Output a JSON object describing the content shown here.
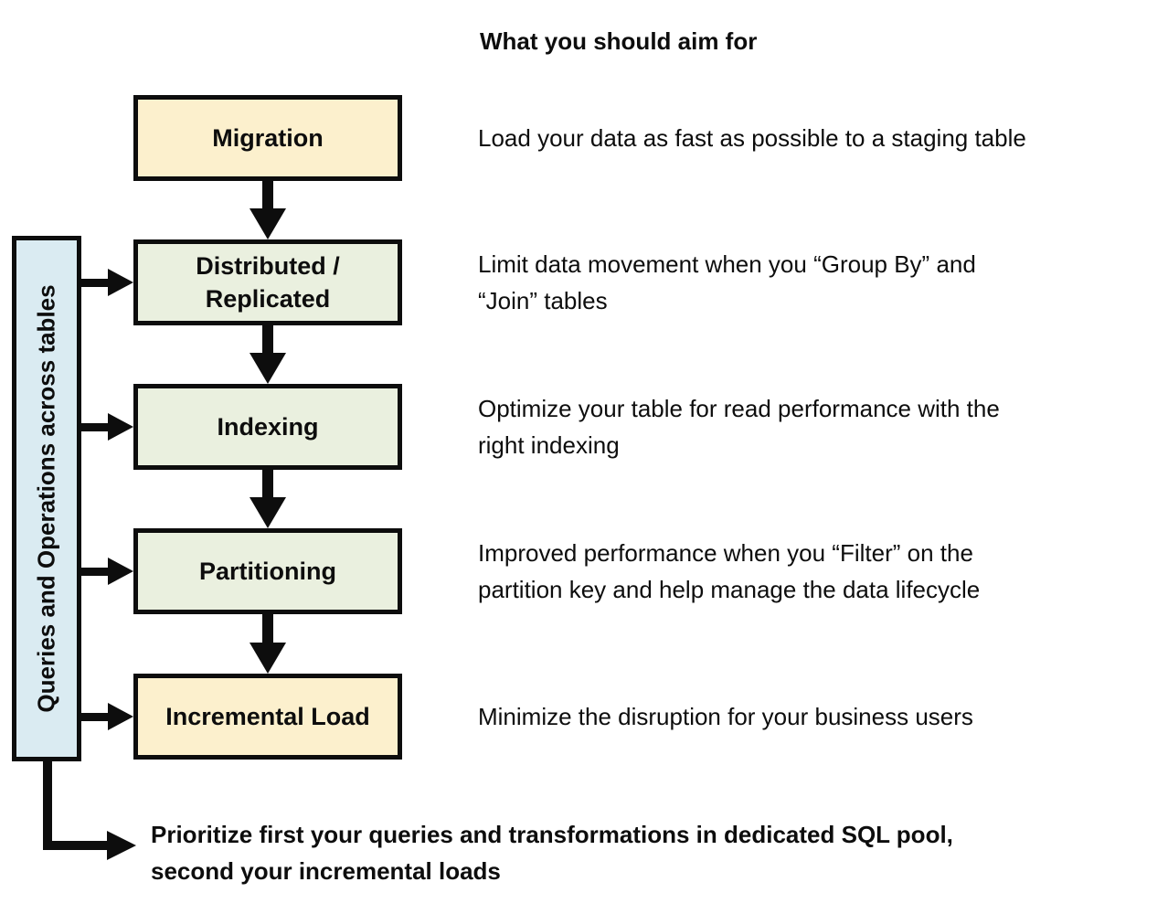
{
  "title": "What you should aim for",
  "sidebar": {
    "label": "Queries and Operations across tables"
  },
  "flow": {
    "boxes": [
      {
        "label": "Migration",
        "color": "#fcf0cd"
      },
      {
        "label": "Distributed / Replicated",
        "color": "#eaf0df"
      },
      {
        "label": "Indexing",
        "color": "#eaf0df"
      },
      {
        "label": "Partitioning",
        "color": "#eaf0df"
      },
      {
        "label": "Incremental Load",
        "color": "#fcf0cd"
      }
    ]
  },
  "descriptions": [
    {
      "lines": [
        "Load your data as fast as possible to a staging table",
        ""
      ]
    },
    {
      "lines": [
        "Limit data movement when you “Group By” and",
        "“Join” tables"
      ]
    },
    {
      "lines": [
        "Optimize your table for read performance with the",
        "right indexing"
      ]
    },
    {
      "lines": [
        "Improved performance when you “Filter” on the",
        "partition key and help manage the data lifecycle"
      ]
    },
    {
      "lines": [
        "Minimize the disruption for your business users",
        ""
      ]
    }
  ],
  "footer": {
    "lines": [
      "Prioritize first your queries and transformations in dedicated SQL pool,",
      "second your incremental loads"
    ]
  },
  "colors": {
    "ink": "#0d0d0d",
    "cream_fill": "#fcf0cd",
    "green_fill": "#eaf0df",
    "blue_fill": "#daebf2",
    "background": "#ffffff"
  }
}
